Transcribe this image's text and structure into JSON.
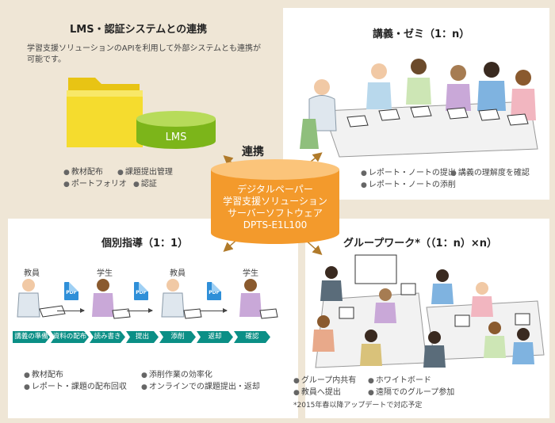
{
  "lms_section": {
    "title": "LMS・認証システムとの連携",
    "description_line1": "学習支援ソリューションのAPIを利用して外部システムとも連携が",
    "description_line2": "可能です。",
    "cylinder_label": "LMS",
    "features": [
      "教材配布",
      "課題提出管理",
      "ポートフォリオ",
      "認証"
    ]
  },
  "lecture_section": {
    "title": "講義・ゼミ（1：n）",
    "features": [
      "レポート・ノートの提出",
      "講義の理解度を確認",
      "レポート・ノートの添削"
    ]
  },
  "center": {
    "connect_label": "連携",
    "server_lines": [
      "デジタルペーパー",
      "学習支援ソリューション",
      "サーバーソフトウェア",
      "DPTS-E1L100"
    ]
  },
  "individual_section": {
    "title": "個別指導（1：1）",
    "roles": [
      "教員",
      "学生",
      "教員",
      "学生"
    ],
    "pdf_label": "PDF",
    "steps": [
      "講義の準備",
      "資料の配布",
      "読み書き",
      "提出",
      "添削",
      "返却",
      "確認"
    ],
    "features": [
      "教材配布",
      "添削作業の効率化",
      "レポート・課題の配布回収",
      "オンラインでの課題提出・返却"
    ]
  },
  "group_section": {
    "title": "グループワーク*（（1：n）×n）",
    "features": [
      "グループ内共有",
      "ホワイトボード",
      "教員へ提出",
      "遠隔でのグループ参加"
    ],
    "footnote": "*2015年春以降アップデートで対応予定"
  },
  "colors": {
    "server_orange": "#f39a2c",
    "lms_green": "#8fc31f",
    "folder_yellow": "#f2d21c",
    "step_teal": "#0b8f86",
    "arrow_brown": "#b07a2a"
  }
}
